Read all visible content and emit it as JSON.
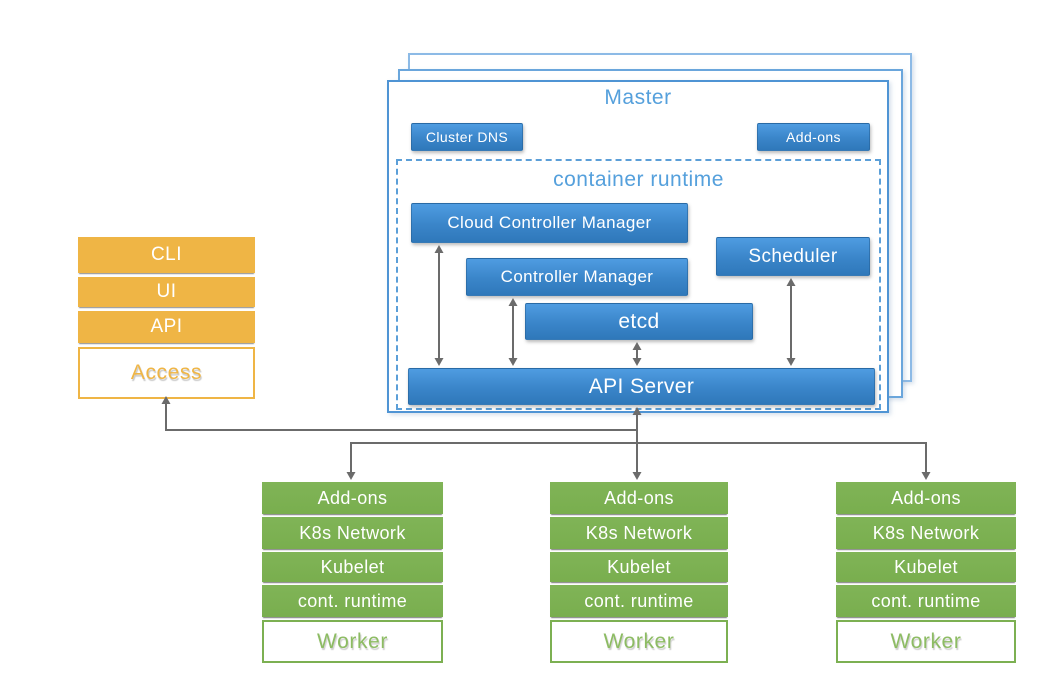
{
  "master": {
    "title": "Master",
    "cluster_dns": "Cluster DNS",
    "addons": "Add-ons",
    "container_runtime_title": "container runtime",
    "cloud_controller_manager": "Cloud Controller Manager",
    "controller_manager": "Controller Manager",
    "scheduler": "Scheduler",
    "etcd": "etcd",
    "api_server": "API Server"
  },
  "access": {
    "rows": [
      "CLI",
      "UI",
      "API"
    ],
    "label": "Access"
  },
  "workers": [
    {
      "rows": [
        "Add-ons",
        "K8s Network",
        "Kubelet",
        "cont. runtime"
      ],
      "label": "Worker"
    },
    {
      "rows": [
        "Add-ons",
        "K8s Network",
        "Kubelet",
        "cont. runtime"
      ],
      "label": "Worker"
    },
    {
      "rows": [
        "Add-ons",
        "K8s Network",
        "Kubelet",
        "cont. runtime"
      ],
      "label": "Worker"
    }
  ],
  "colors": {
    "master_border_blue": "#4f94d4",
    "node_blue_top": "#4f9ce1",
    "node_blue_bottom": "#2f78ba",
    "title_light_blue": "#55a0dc",
    "access_orange": "#efb545",
    "worker_green": "#7cb052",
    "worker_text_green": "#8dbc63",
    "arrow_gray": "#6b6b6b"
  }
}
